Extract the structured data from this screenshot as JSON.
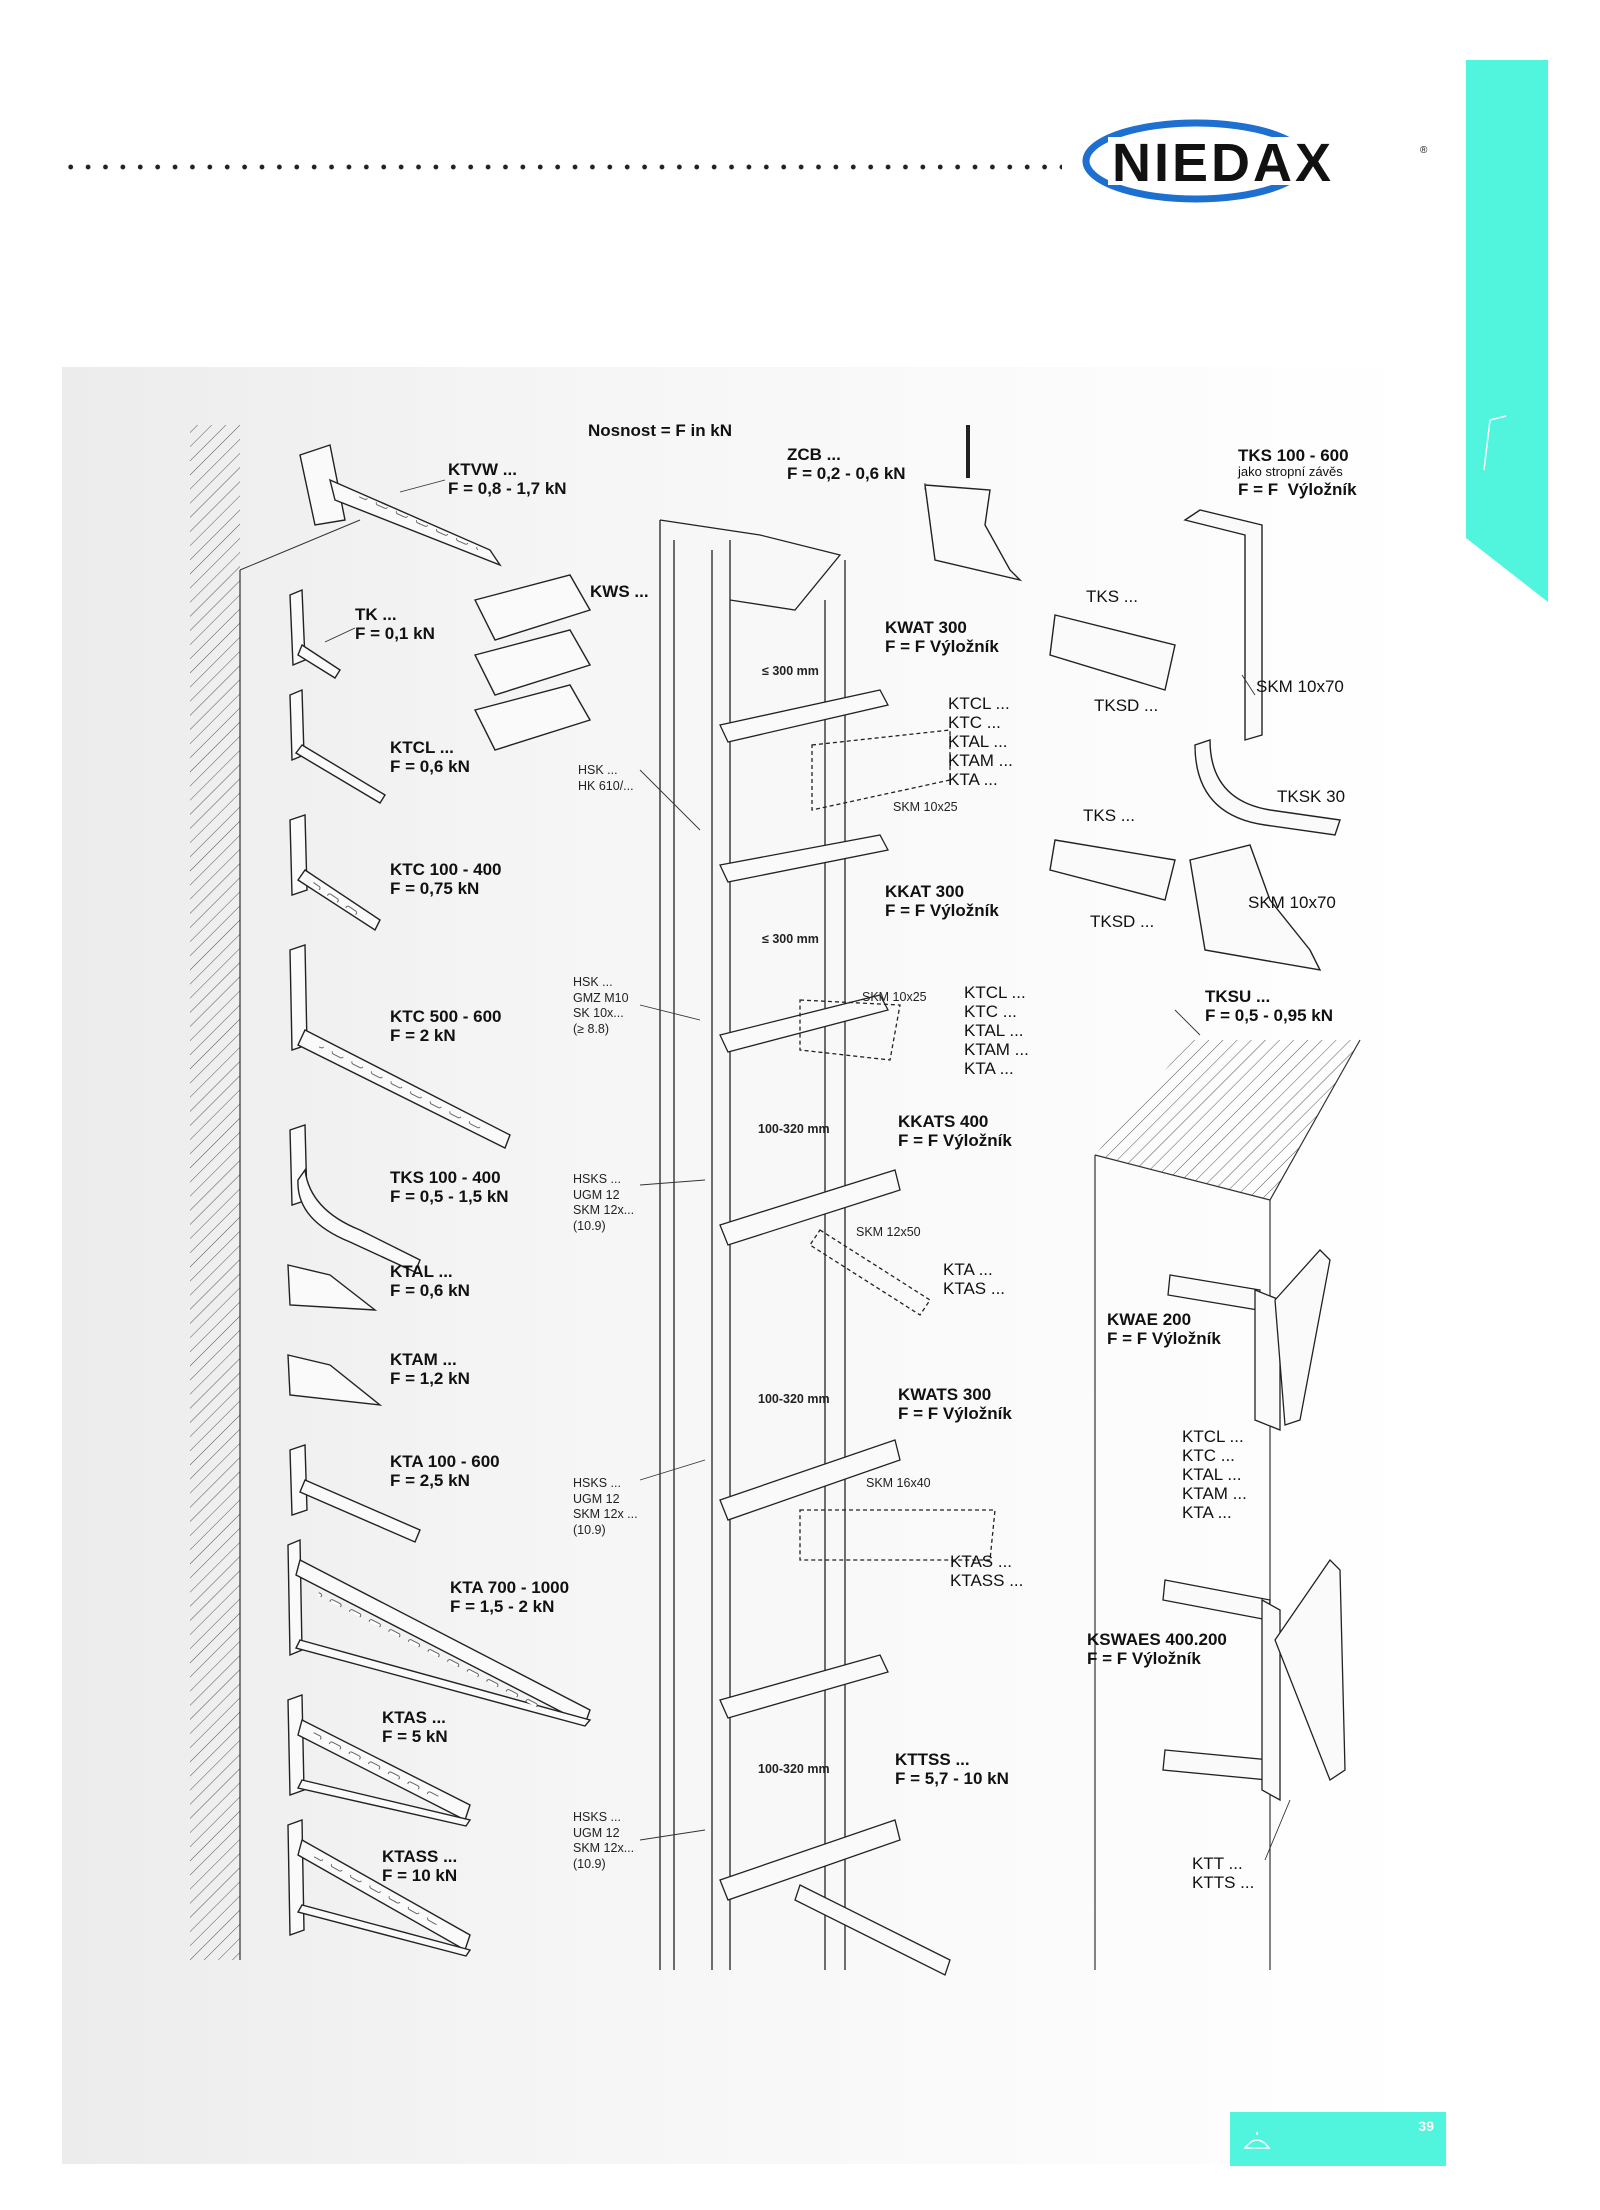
{
  "header": {
    "logo_text": "NIEDAX",
    "logo_registered": "®",
    "accent": "#51f5de"
  },
  "title": "Nosnost = F in kN",
  "left_column": [
    {
      "name": "KTVW ...",
      "force": "F = 0,8 - 1,7 kN"
    },
    {
      "name": "TK ...",
      "force": "F = 0,1 kN"
    },
    {
      "name": "KTCL ...",
      "force": "F = 0,6 kN"
    },
    {
      "name": "KTC 100 - 400",
      "force": "F = 0,75 kN"
    },
    {
      "name": "KTC 500 - 600",
      "force": "F = 2 kN"
    },
    {
      "name": "TKS 100 - 400",
      "force": "F = 0,5 - 1,5 kN"
    },
    {
      "name": "KTAL ...",
      "force": "F = 0,6 kN"
    },
    {
      "name": "KTAM ...",
      "force": "F = 1,2 kN"
    },
    {
      "name": "KTA 100 - 600",
      "force": "F = 2,5 kN"
    },
    {
      "name": "KTA 700 - 1000",
      "force": "F = 1,5 - 2 kN"
    },
    {
      "name": "KTAS ...",
      "force": "F = 5 kN"
    },
    {
      "name": "KTASS ...",
      "force": "F = 10 kN"
    }
  ],
  "kws": "KWS ...",
  "zcb": {
    "name": "ZCB ...",
    "force": "F = 0,2 - 0,6 kN"
  },
  "kwat": {
    "name": "KWAT 300",
    "force": "F = F Výložník"
  },
  "kkat": {
    "name": "KKAT 300",
    "force": "F = F Výložník"
  },
  "kkats": {
    "name": "KKATS 400",
    "force": "F = F Výložník"
  },
  "kwats": {
    "name": "KWATS 300",
    "force": "F = F Výložník"
  },
  "kttss": {
    "name": "KTTSS ...",
    "force": "F = 5,7 - 10 kN"
  },
  "list1": "KTCL ...\nKTC ...\nKTAL ...\nKTAM ...\nKTA ...",
  "list2": "KTCL ...\nKTC ...\nKTAL ...\nKTAM ...\nKTA ...",
  "list_ktas": "KTA ...\nKTAS ...",
  "list_ktass": "KTAS ...\nKTASS ...",
  "small": {
    "hsk1": "HSK ...\nHK 610/...",
    "hsk2": "HSK ...\nGMZ M10\nSK 10x...\n(≥ 8.8)",
    "hsks1": "HSKS ...\nUGM 12\nSKM 12x...\n(10.9)",
    "hsks2": "HSKS ...\nUGM 12\nSKM 12x ...\n(10.9)",
    "hsks3": "HSKS ...\nUGM 12\nSKM 12x...\n(10.9)",
    "skm1": "SKM 10x25",
    "skm2": "SKM 10x25",
    "skm3": "SKM 12x50",
    "skm4": "SKM 16x40"
  },
  "dims": {
    "d1": "≤ 300 mm",
    "d2": "≤ 300 mm",
    "d3": "100-320 mm",
    "d4": "100-320 mm",
    "d5": "100-320 mm"
  },
  "tks600": {
    "name": "TKS 100 - 600",
    "sub": "jako stropní závěs",
    "force": "F = F  Výložník"
  },
  "tks_a": "TKS ...",
  "tksd_a": "TKSD ...",
  "skm_a": "SKM 10x70",
  "tksk": "TKSK 30",
  "tks_b": "TKS ...",
  "tksd_b": "TKSD ...",
  "skm_b": "SKM 10x70",
  "tksu": {
    "name": "TKSU ...",
    "force": "F = 0,5 - 0,95 kN"
  },
  "kwae": {
    "name": "KWAE 200",
    "force": "F = F Výložník"
  },
  "list_right": "KTCL ...\nKTC ...\nKTAL ...\nKTAM ...\nKTA ...",
  "kswaes": {
    "name": "KSWAES 400.200",
    "force": "F = F Výložník"
  },
  "ktt": "KTT ...\nKTTS ...",
  "page_number": "39"
}
